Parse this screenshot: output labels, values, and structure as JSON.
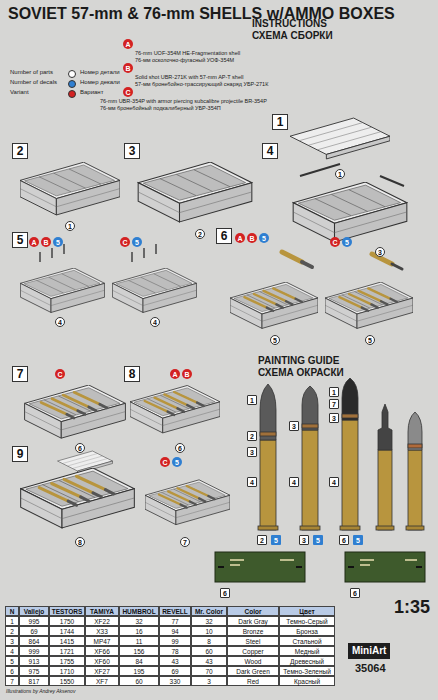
{
  "diagram": {
    "title": "SOVIET 57-mm & 76-mm SHELLS w/AMMO BOXES",
    "nodes": [
      {
        "text": [
          "1"
        ]
      },
      {
        "text": [
          "2"
        ]
      },
      {
        "text": [
          "3"
        ]
      },
      {
        "text": [
          "4"
        ]
      },
      {
        "text": [
          "5"
        ]
      },
      {
        "text": [
          "6"
        ]
      },
      {
        "text": [
          "7"
        ]
      },
      {
        "text": [
          "8"
        ]
      },
      {
        "text": [
          "9"
        ]
      }
    ],
    "labels": [
      "INSTRUCTIONS",
      "СХЕМА СБОРКИ",
      "Номер детали",
      "Номер декали",
      "Вариант",
      "A",
      "76-mm UOF-354M HE-Fragmentation shell",
      "76-мм осколочно-фугасный УОФ-354М",
      "B",
      "Solid shot UBR-271K with 57-mm AP-T shell",
      "57-мм бронебойно-трассирующий снаряд УБР-271К",
      "C",
      "76-mm UBR-354P with armor piercing subcalibre projectile BR-354P",
      "76-мм бронебойный подкалиберный УБР-354П",
      "1",
      "1",
      "2",
      "3",
      "4",
      "4",
      "5",
      "5",
      "6",
      "6",
      "8",
      "7",
      "A",
      "B",
      "C",
      "A",
      "B",
      "C",
      "C",
      "A",
      "B",
      "C",
      "5",
      "5",
      "5",
      "5",
      "5",
      "PAINTING GUIDE",
      "СХЕМА ОКРАСКИ",
      "1",
      "2",
      "3",
      "4",
      "3",
      "4",
      "1",
      "7",
      "3",
      "4",
      "2",
      "5",
      "3",
      "5",
      "6",
      "5",
      "6",
      "6",
      "N",
      "Vallejo",
      "TESTORS",
      "TAMIYA",
      "HUMBROL",
      "REVELL",
      "Mr. Color",
      "Color",
      "Цвет",
      "1",
      "995",
      "1750",
      "XF22",
      "32",
      "77",
      "32",
      "Dark Gray",
      "Темно-Серый",
      "2",
      "69",
      "1744",
      "X33",
      "16",
      "94",
      "10",
      "Bronze",
      "Бронза",
      "3",
      "864",
      "1415",
      "MP47",
      "11",
      "99",
      "8",
      "Steel",
      "Стальной",
      "4",
      "999",
      "1721",
      "XF66",
      "156",
      "78",
      "60",
      "Copper",
      "Медный",
      "5",
      "913",
      "1755",
      "XF60",
      "84",
      "43",
      "43",
      "Wood",
      "Древесный",
      "6",
      "975",
      "1710",
      "XF27",
      "195",
      "69",
      "70",
      "Dark Green",
      "Темно-Зеленый",
      "7",
      "817",
      "1550",
      "XF7",
      "60",
      "330",
      "3",
      "Red",
      "Красный",
      "1:35",
      "MiniArt",
      "35064",
      "Illustrations by Andrey Aksenov"
    ],
    "legend": [
      {
        "text": "Number of parts",
        "color": "#ffffff"
      },
      {
        "text": "Number of decals",
        "color": "#2f7fd1"
      },
      {
        "text": "Variant",
        "color": "#d32222"
      }
    ]
  }
}
